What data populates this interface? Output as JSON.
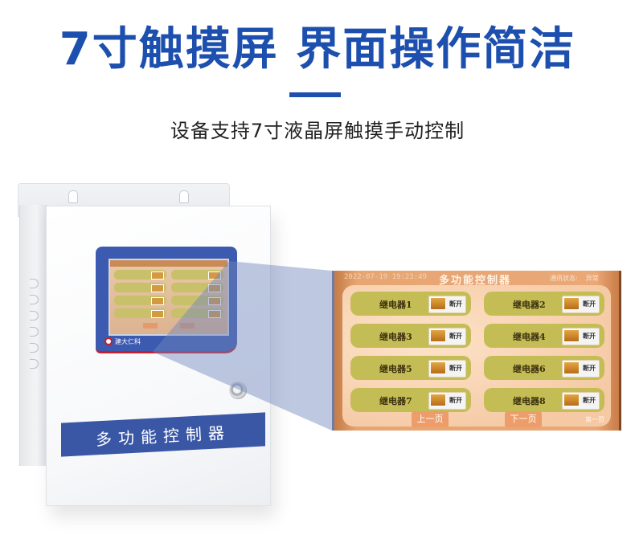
{
  "header": {
    "headline": "7寸触摸屏 界面操作简洁",
    "subtitle": "设备支持7寸液晶屏触摸手动控制",
    "accent_color": "#1d4fae"
  },
  "device": {
    "brand": "建大仁科",
    "front_label": "多功能控制器",
    "bezel_color": "#3c5bb0"
  },
  "screen": {
    "datetime": "2022-07-19 19:23:49",
    "title": "多功能控制器",
    "status_label": "通讯状态:",
    "status_value": "异常",
    "relays": [
      {
        "label": "继电器1",
        "state": "断开"
      },
      {
        "label": "继电器2",
        "state": "断开"
      },
      {
        "label": "继电器3",
        "state": "断开"
      },
      {
        "label": "继电器4",
        "state": "断开"
      },
      {
        "label": "继电器5",
        "state": "断开"
      },
      {
        "label": "继电器6",
        "state": "断开"
      },
      {
        "label": "继电器7",
        "state": "断开"
      },
      {
        "label": "继电器8",
        "state": "断开"
      }
    ],
    "prev_page": "上一页",
    "next_page": "下一页",
    "page_indicator": "第一页"
  }
}
